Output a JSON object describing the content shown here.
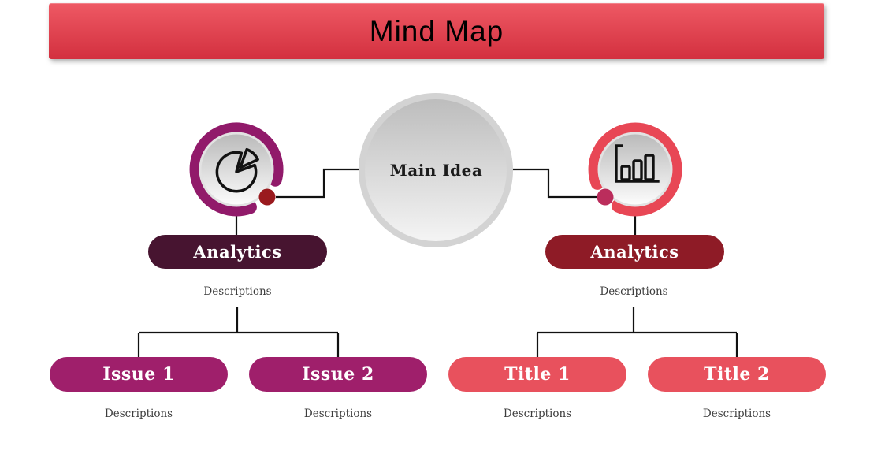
{
  "header": {
    "title": "Mind Map"
  },
  "center": {
    "label": "Main Idea"
  },
  "branches": {
    "left": {
      "label": "Analytics",
      "description": "Descriptions",
      "icon": "pie-chart-icon",
      "children": [
        {
          "label": "Issue 1",
          "description": "Descriptions"
        },
        {
          "label": "Issue 2",
          "description": "Descriptions"
        }
      ]
    },
    "right": {
      "label": "Analytics",
      "description": "Descriptions",
      "icon": "bar-chart-icon",
      "children": [
        {
          "label": "Title 1",
          "description": "Descriptions"
        },
        {
          "label": "Title 2",
          "description": "Descriptions"
        }
      ]
    }
  },
  "colors": {
    "header_top": "#EE5964",
    "header_bottom": "#D3303F",
    "left_ring": "#911A6A",
    "right_ring": "#E84755",
    "left_dot": "#9A1A1E",
    "right_dot": "#BB2D5C",
    "left_branch_pill": "#471430",
    "right_branch_pill": "#8E1B26",
    "left_child_pill": "#9F1F6B",
    "right_child_pill": "#E8515D",
    "connector": "#111111"
  }
}
